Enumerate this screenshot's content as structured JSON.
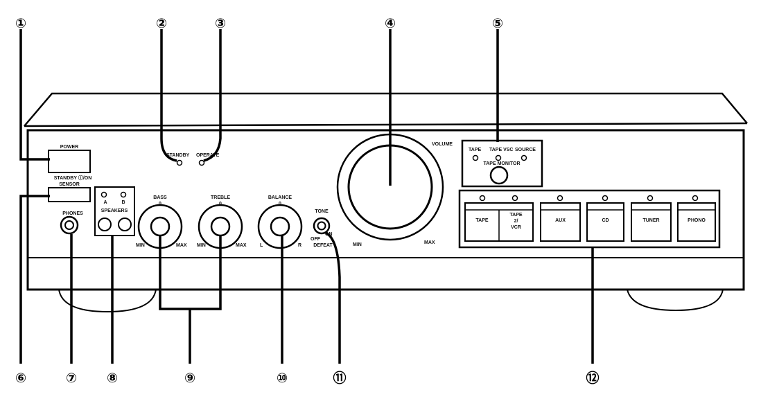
{
  "callouts": [
    "①",
    "②",
    "③",
    "④",
    "⑤",
    "⑥",
    "⑦",
    "⑧",
    "⑨",
    "⑩",
    "⑪",
    "⑫"
  ],
  "labels": {
    "power": "POWER",
    "standby_on": "STANDBY ⓘ/ON",
    "sensor": "SENSOR",
    "phones": "PHONES",
    "speakers": "SPEAKERS",
    "speaker_a": "A",
    "speaker_b": "B",
    "standby_ind": "STANDBY",
    "operate_ind": "OPERATE",
    "bass": "BASS",
    "treble": "TREBLE",
    "balance": "BALANCE",
    "knob_center_mark": "0",
    "min": "MIN",
    "max": "MAX",
    "bal_left": "L",
    "bal_right": "R",
    "tone": "TONE",
    "tone_off": "OFF",
    "tone_on": "ON",
    "tone_defeat": "DEFEAT",
    "volume": "VOLUME",
    "vol_min": "MIN",
    "vol_max": "MAX",
    "tape_monitor": "TAPE MONITOR",
    "tm_tape": "TAPE",
    "tm_tape_vsc": "TAPE VSC",
    "tm_source": "SOURCE"
  },
  "inputs": [
    "TAPE",
    "TAPE 2/ VCR",
    "AUX",
    "CD",
    "TUNER",
    "PHONO"
  ]
}
